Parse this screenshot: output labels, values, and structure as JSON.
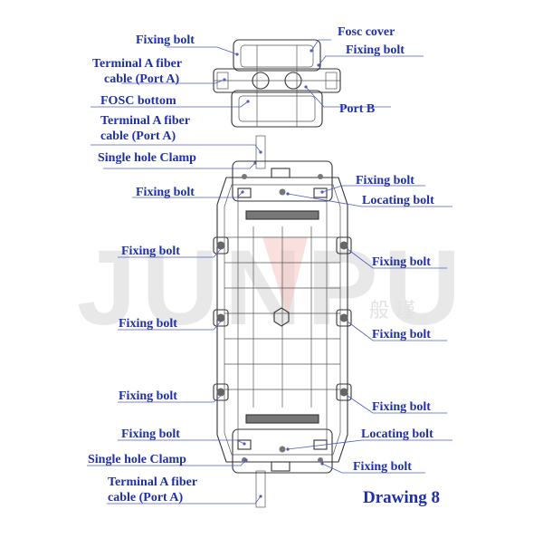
{
  "watermark": {
    "text": "JUNPU",
    "chinese": "般 瑾"
  },
  "labels": {
    "fixing_bolt": "Fixing bolt",
    "fosc_cover": "Fosc cover",
    "terminal_a_l1": "Terminal A fiber",
    "terminal_a_l2": "cable (Port A)",
    "fosc_bottom": "FOSC bottom",
    "port_b": "Port B",
    "single_hole_clamp": "Single hole Clamp",
    "locating_bolt": "Locating bolt"
  },
  "title": "Drawing 8",
  "colors": {
    "label": "#1f2fa8",
    "leader": "#4d5cc4",
    "watermark": "#e6e6e6",
    "accent": "#d9534f"
  }
}
